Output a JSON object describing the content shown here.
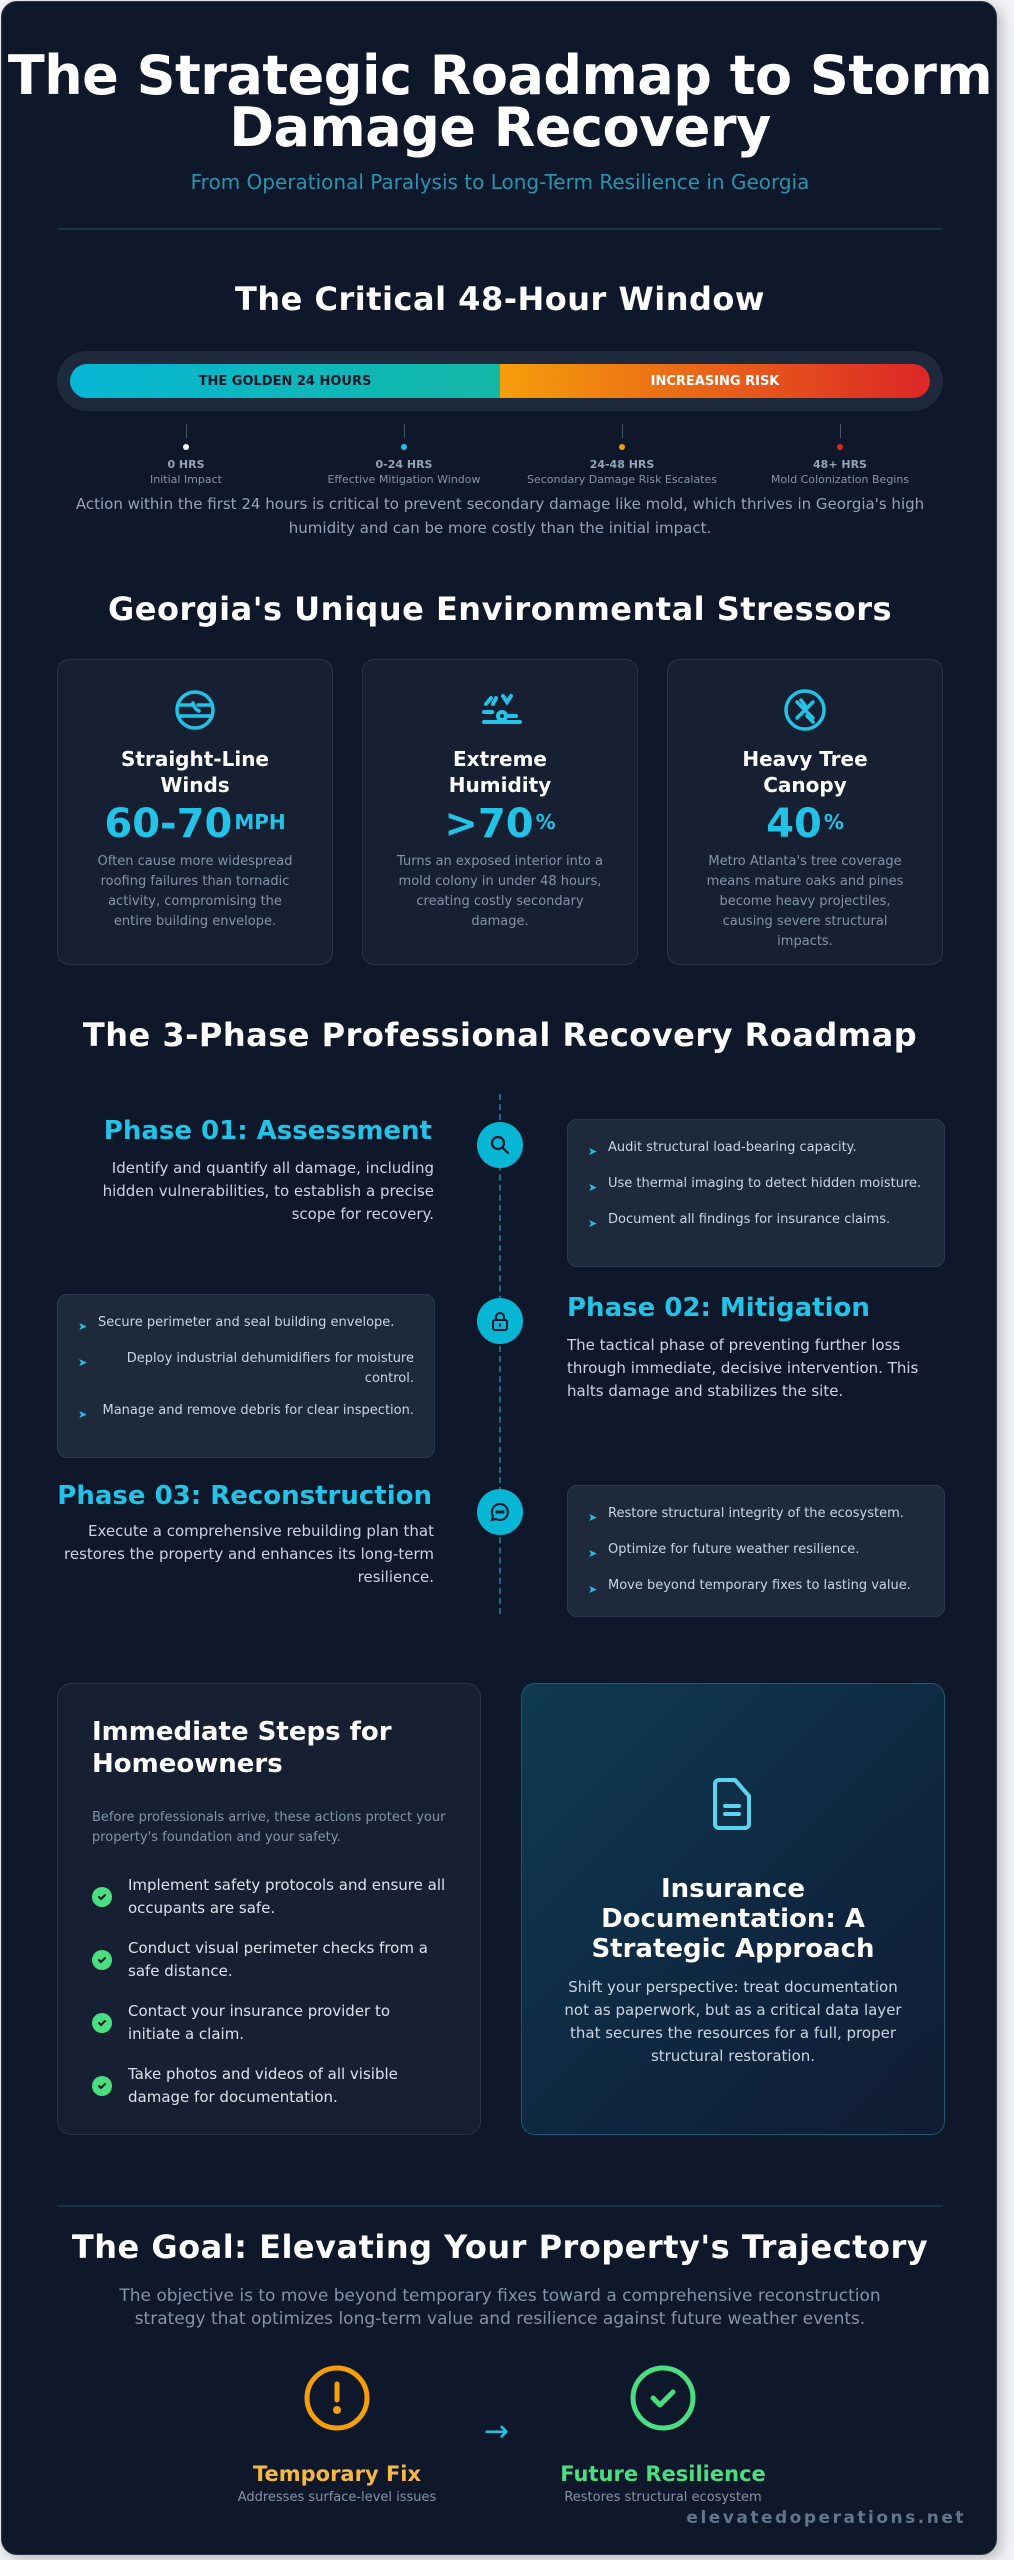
{
  "header": {
    "title": "The Strategic Roadmap to Storm Damage Recovery",
    "title_line1": "The Strategic Roadmap to Storm",
    "title_line2": "Damage Recovery",
    "subtitle": "From Operational Paralysis to Long-Term Resilience in Georgia"
  },
  "window": {
    "title": "The Critical 48-Hour Window",
    "bar_left_label": "THE GOLDEN 24 HOURS",
    "bar_right_label": "INCREASING RISK",
    "ticks": [
      {
        "hrs": "0 HRS",
        "desc": "Initial Impact",
        "color": "#ffffff"
      },
      {
        "hrs": "0-24 HRS",
        "desc": "Effective Mitigation Window",
        "color": "#22c3e6"
      },
      {
        "hrs": "24-48 HRS",
        "desc": "Secondary Damage Risk Escalates",
        "color": "#f59e0b"
      },
      {
        "hrs": "48+ HRS",
        "desc": "Mold Colonization Begins",
        "color": "#dc2626"
      }
    ],
    "note": "Action within the first 24 hours is critical to prevent secondary damage like mold, which thrives in Georgia's high humidity and can be more costly than the initial impact."
  },
  "stressors": {
    "title": "Georgia's Unique Environmental Stressors",
    "items": [
      {
        "icon": "wind-globe-icon",
        "name": "Straight-Line Winds",
        "value": "60-70",
        "unit": "MPH",
        "desc": "Often cause more widespread roofing failures than tornadic activity, compromising the entire building envelope."
      },
      {
        "icon": "humidity-icon",
        "name": "Extreme Humidity",
        "value": ">70",
        "unit": "%",
        "desc": "Turns an exposed interior into a mold colony in under 48 hours, creating costly secondary damage."
      },
      {
        "icon": "tree-canopy-icon",
        "name": "Heavy Tree Canopy",
        "value": "40",
        "unit": "%",
        "desc": "Metro Atlanta's tree coverage means mature oaks and pines become heavy projectiles, causing severe structural impacts."
      }
    ]
  },
  "roadmap": {
    "title": "The 3-Phase Professional Recovery Roadmap",
    "phases": [
      {
        "title": "Phase 01: Assessment",
        "icon": "search-icon",
        "desc": "Identify and quantify all damage, including hidden vulnerabilities, to establish a precise scope for recovery.",
        "items": [
          "Audit structural load-bearing capacity.",
          "Use thermal imaging to detect hidden moisture.",
          "Document all findings for insurance claims."
        ]
      },
      {
        "title": "Phase 02: Mitigation",
        "icon": "lock-icon",
        "desc": "The tactical phase of preventing further loss through immediate, decisive intervention. This halts damage and stabilizes the site.",
        "items": [
          "Secure perimeter and seal building envelope.",
          "Deploy industrial dehumidifiers for moisture control.",
          "Manage and remove debris for clear inspection."
        ]
      },
      {
        "title": "Phase 03: Reconstruction",
        "icon": "chat-bubble-icon",
        "desc": "Execute a comprehensive rebuilding plan that restores the property and enhances its long-term resilience.",
        "items": [
          "Restore structural integrity of the ecosystem.",
          "Optimize for future weather resilience.",
          "Move beyond temporary fixes to lasting value."
        ]
      }
    ]
  },
  "steps": {
    "title": "Immediate Steps for Homeowners",
    "intro": "Before professionals arrive, these actions protect your property's foundation and your safety.",
    "items": [
      "Implement safety protocols and ensure all occupants are safe.",
      "Conduct visual perimeter checks from a safe distance.",
      "Contact your insurance provider to initiate a claim.",
      "Take photos and videos of all visible damage for documentation."
    ]
  },
  "insurance": {
    "title": "Insurance Documentation: A Strategic Approach",
    "desc": "Shift your perspective: treat documentation not as paperwork, but as a critical data layer that secures the resources for a full, proper structural restoration."
  },
  "goal": {
    "title": "The Goal: Elevating Your Property's Trajectory",
    "desc": "The objective is to move beyond temporary fixes toward a comprehensive reconstruction strategy that optimizes long-term value and resilience against future weather events.",
    "from": {
      "label": "Temporary Fix",
      "sub": "Addresses surface-level issues",
      "color": "#f59e0b"
    },
    "to": {
      "label": "Future Resilience",
      "sub": "Restores structural ecosystem",
      "color": "#4ade80"
    }
  },
  "footer": {
    "site": "elevatedoperations.net"
  },
  "colors": {
    "background": "#0f172a",
    "accent": "#22c3e6",
    "card": "#172033",
    "warning": "#f59e0b",
    "danger": "#dc2626",
    "success": "#4ade80"
  }
}
